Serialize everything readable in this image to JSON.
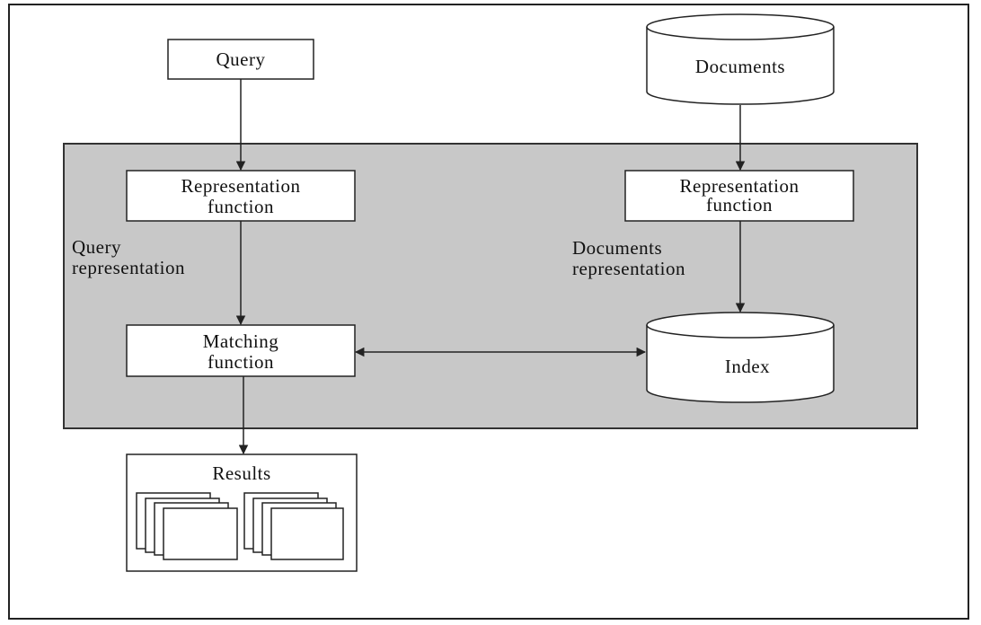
{
  "nodes": {
    "query": "Query",
    "documents": "Documents",
    "query_rep_function": [
      "Representation",
      "function"
    ],
    "docs_rep_function": [
      "Representation",
      "function"
    ],
    "matching_function": [
      "Matching",
      "function"
    ],
    "index": "Index",
    "results": "Results"
  },
  "edge_labels": {
    "query_representation": [
      "Query",
      "representation"
    ],
    "documents_representation": [
      "Documents",
      "representation"
    ]
  },
  "colors": {
    "system_panel": "#c8c8c8",
    "node_fill": "#ffffff",
    "stroke": "#222222"
  }
}
